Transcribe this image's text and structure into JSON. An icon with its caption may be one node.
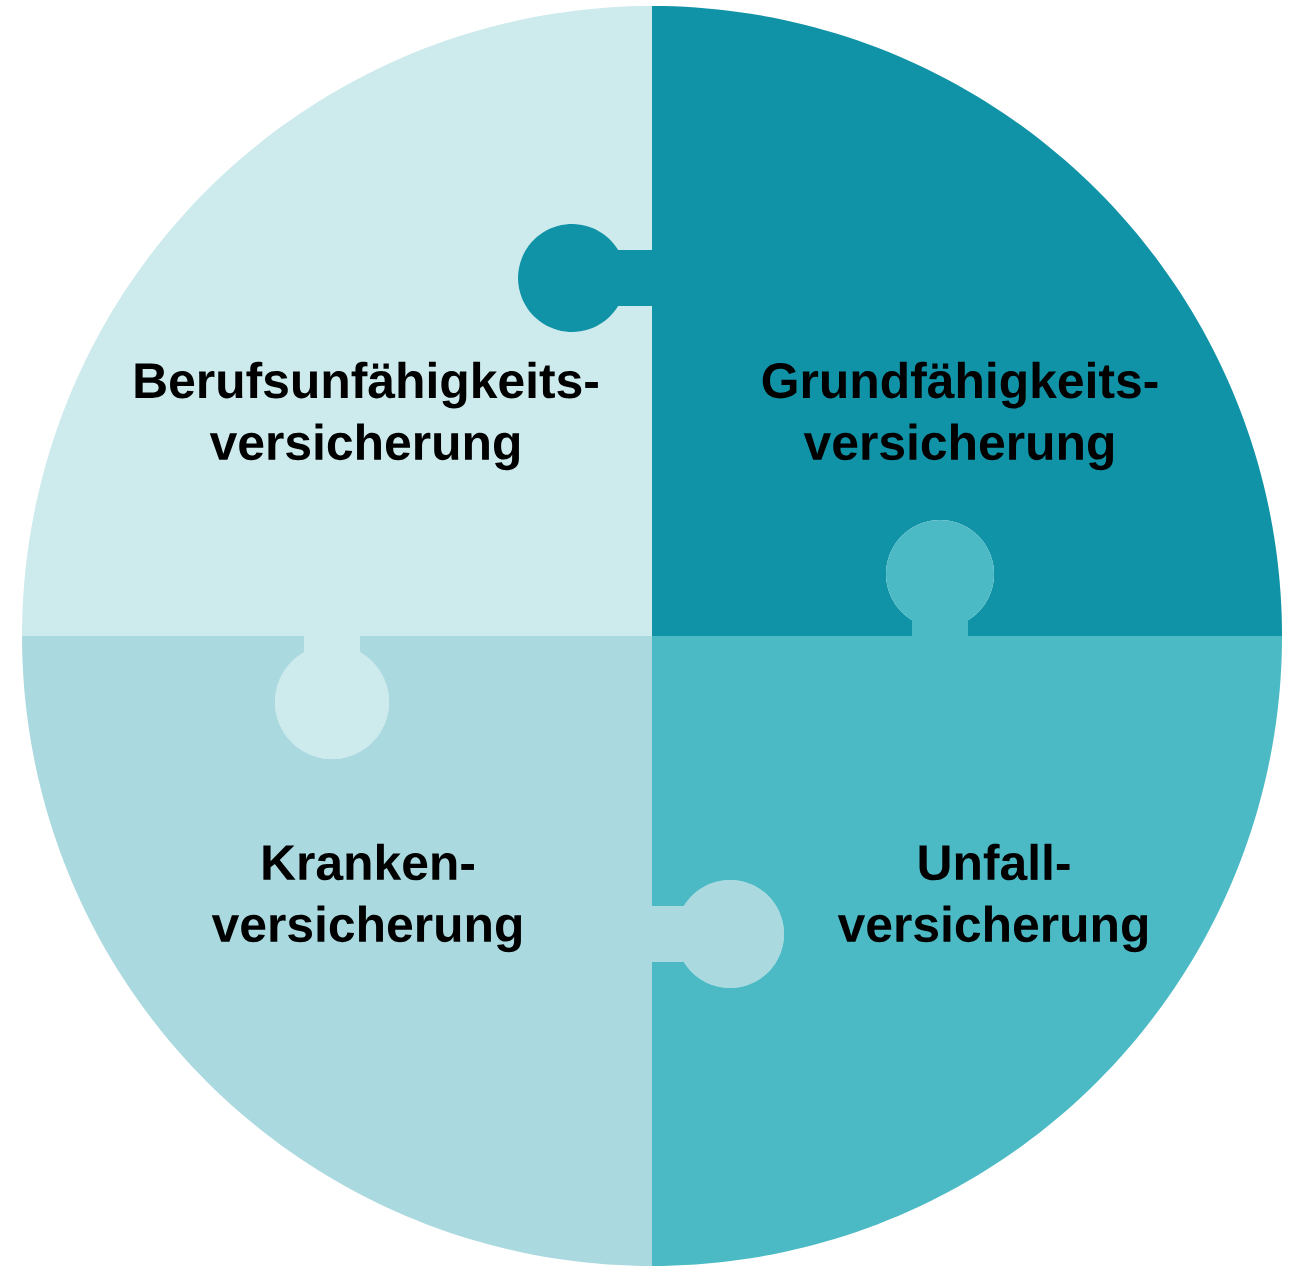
{
  "diagram": {
    "nodes": [
      {
        "text": [
          "Berufsunfähigkeits- versicherung"
        ]
      },
      {
        "text": [
          "Grundfähigkeits- versicherung"
        ]
      },
      {
        "text": [
          "Kranken- versicherung"
        ]
      },
      {
        "text": [
          "Unfall- versicherung"
        ]
      }
    ]
  }
}
